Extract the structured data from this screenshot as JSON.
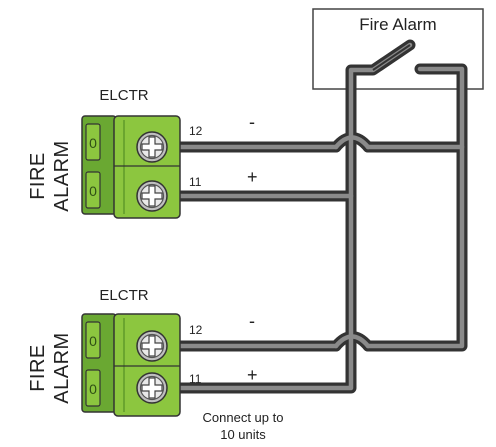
{
  "alarm_box": {
    "label": "Fire Alarm"
  },
  "units": [
    {
      "header": "ELCTR",
      "side_label_line1": "FIRE",
      "side_label_line2": "ALARM",
      "terminal_top": "12",
      "terminal_bottom": "11",
      "sign_top": "-",
      "sign_bottom": "+"
    },
    {
      "header": "ELCTR",
      "side_label_line1": "FIRE",
      "side_label_line2": "ALARM",
      "terminal_top": "12",
      "terminal_bottom": "11",
      "sign_top": "-",
      "sign_bottom": "+"
    }
  ],
  "note": {
    "line1": "Connect up to",
    "line2": "10 units"
  },
  "colors": {
    "connector_green": "#8cc63f",
    "connector_dark_green": "#5e9a2a",
    "wire_outer": "#333333",
    "wire_inner": "#8a8a8a",
    "screw_head": "#e9e9e9"
  }
}
